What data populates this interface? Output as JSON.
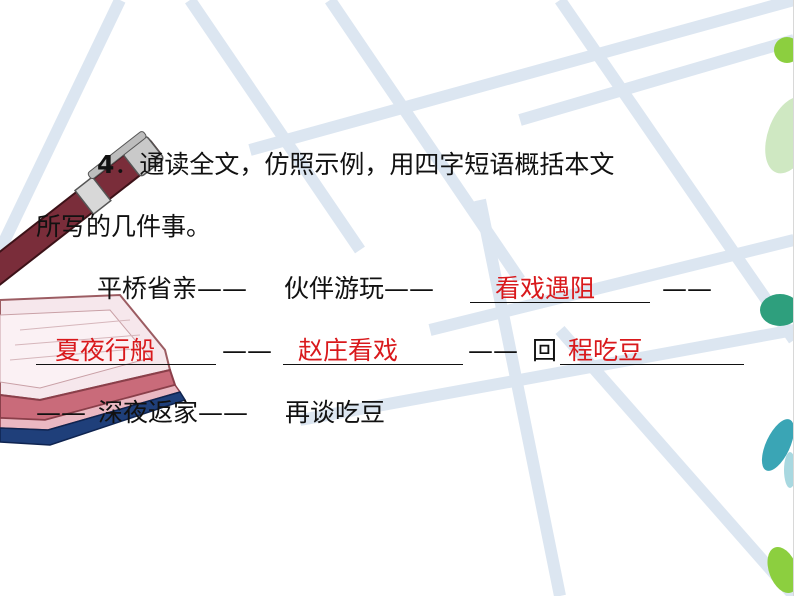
{
  "question": {
    "number": "4",
    "number_suffix": "．",
    "prompt_line1": "通读全文，仿照示例，用四字短语概括本文",
    "prompt_line2": "所写的几件事。"
  },
  "sequence": {
    "item1": "平桥省亲",
    "item2": "伙伴游玩",
    "answer1": "看戏遇阻",
    "answer2": "夏夜行船",
    "answer3": "赵庄看戏",
    "item_prefix": "回",
    "answer4": "程吃豆",
    "item3": "深夜返家",
    "item4": "再谈吃豆",
    "dash": "——"
  },
  "colors": {
    "answer_text": "#d9191c",
    "body_text": "#111111",
    "grid_lines": "#dce6f1"
  }
}
